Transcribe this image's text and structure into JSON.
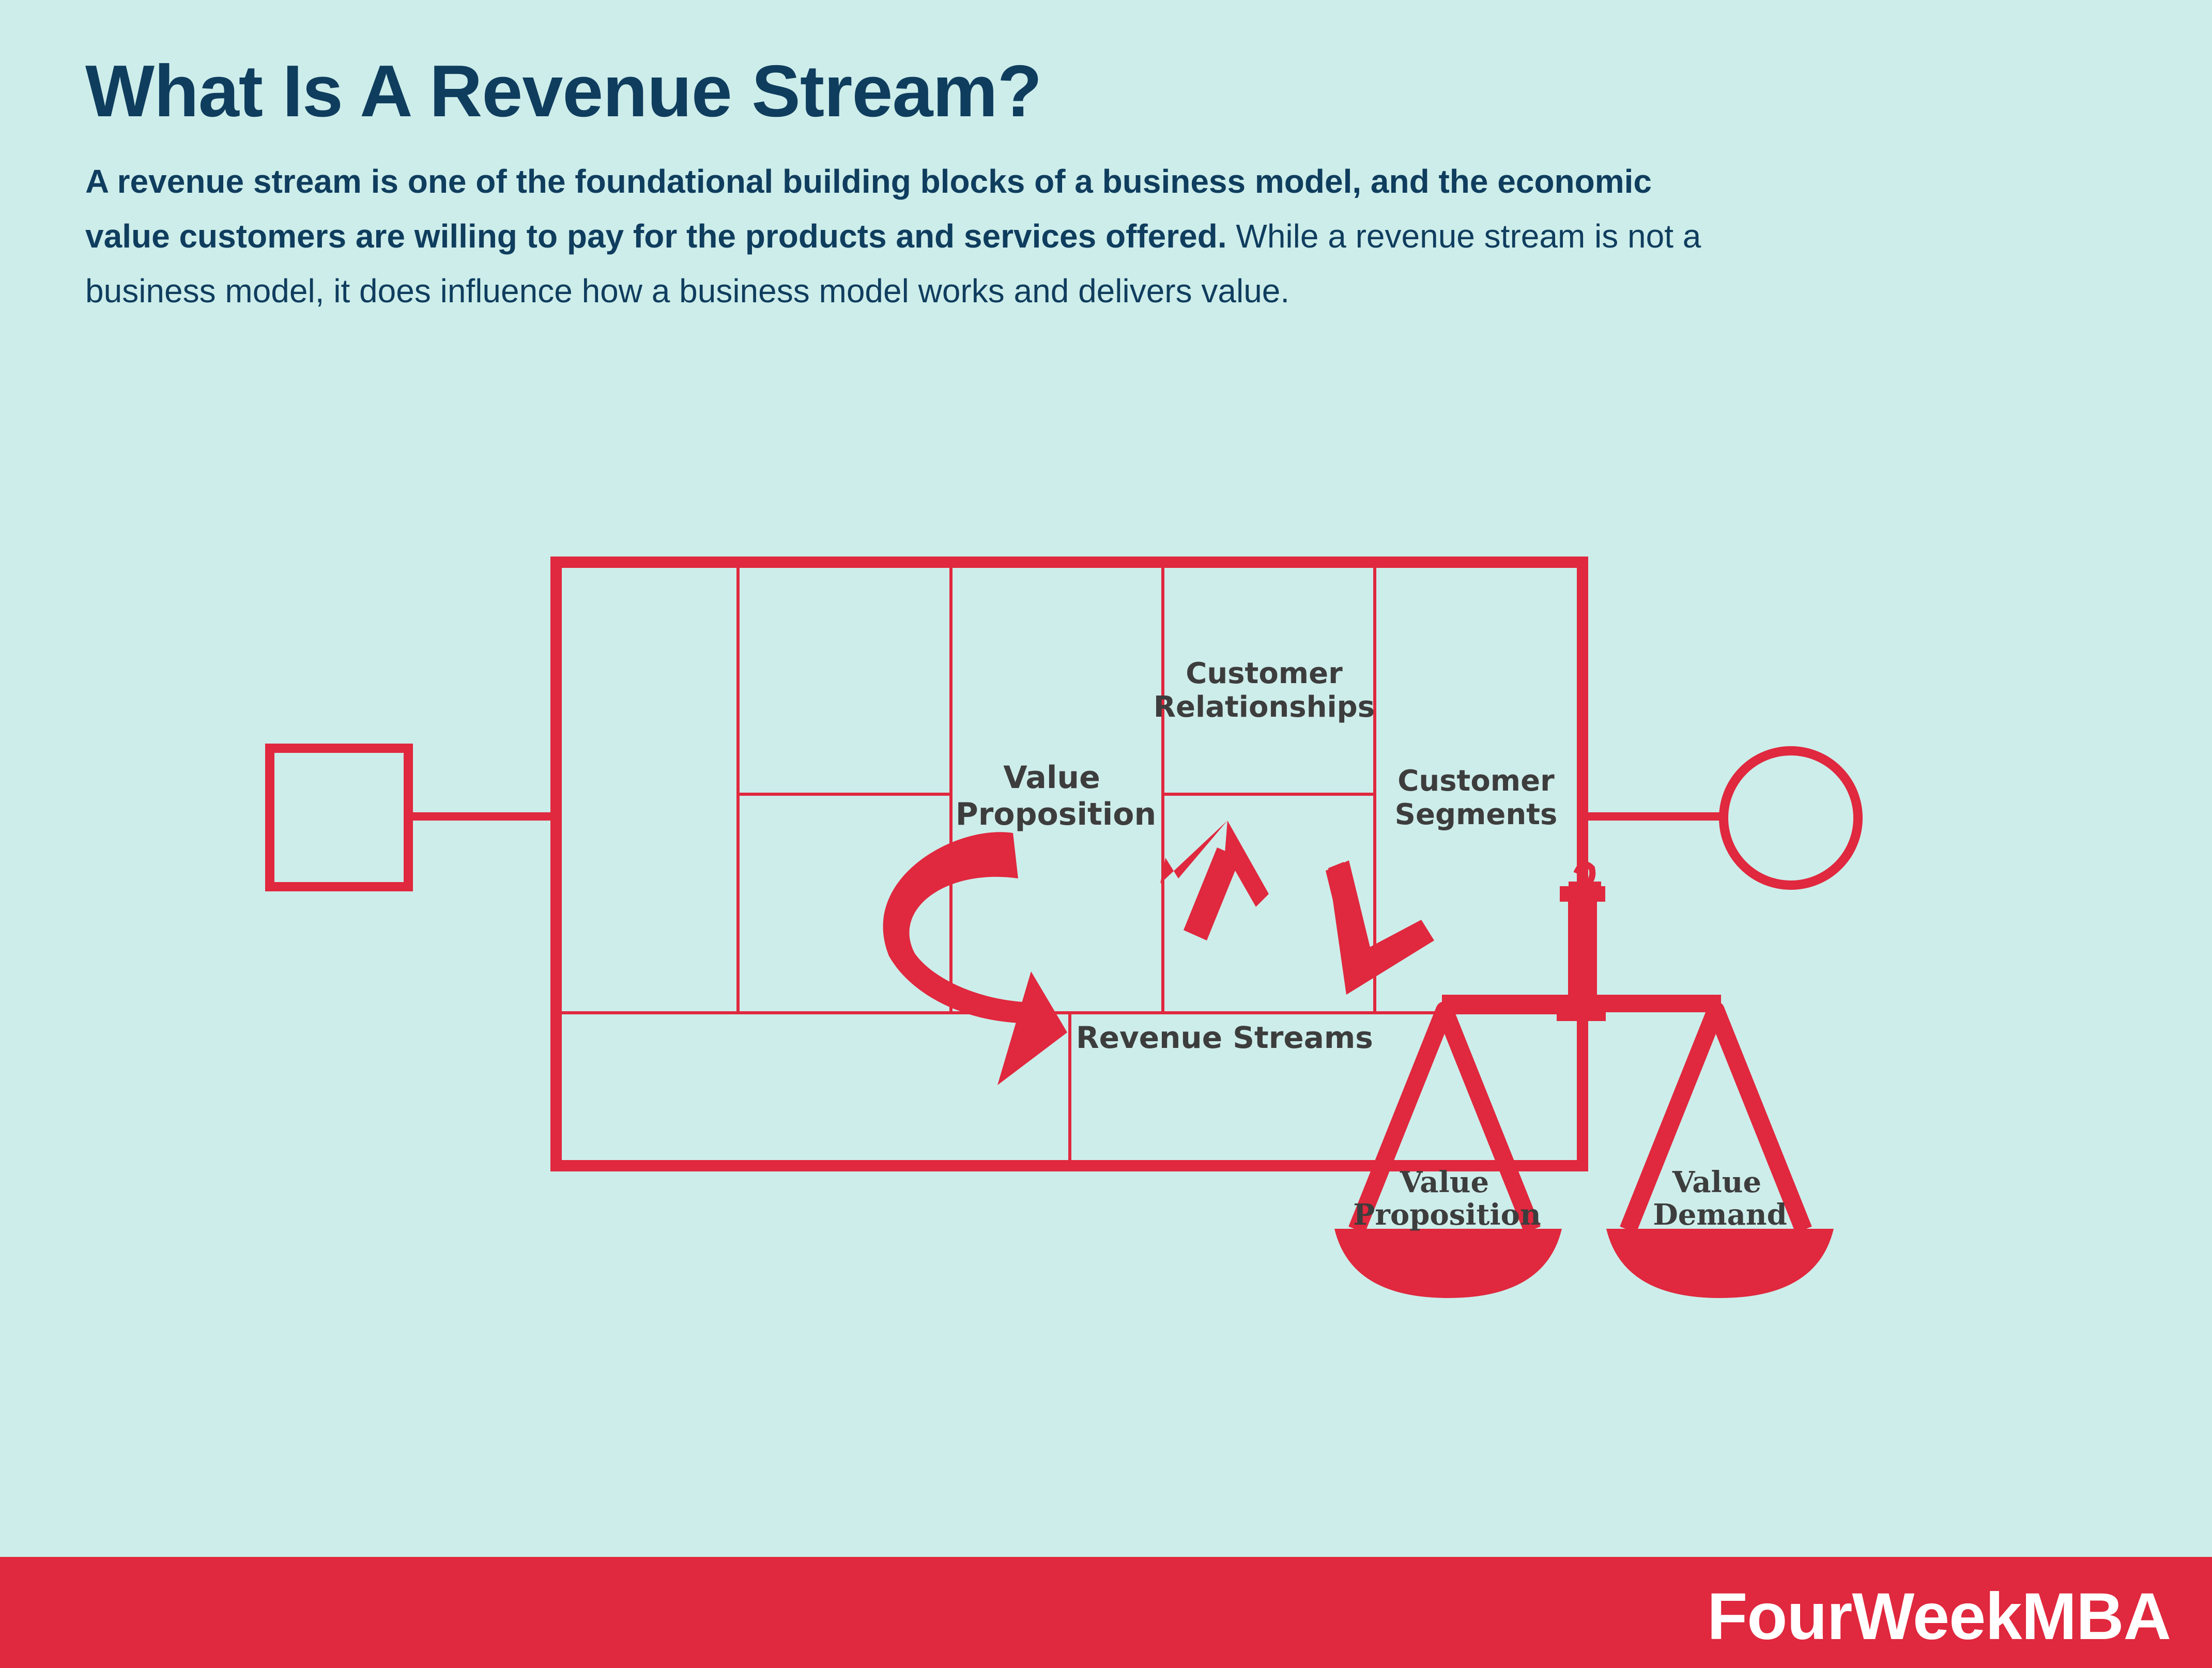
{
  "header": {
    "title": "What Is A Revenue Stream?",
    "intro_bold": "A revenue stream is one of the foundational building blocks of a business model, and the economic value customers are willing to pay for the products and services offered.",
    "intro_rest": " While a revenue stream is not a business model, it does influence how a business model works and delivers value."
  },
  "canvas": {
    "value_proposition_l1": "Value",
    "value_proposition_l2": "Proposition",
    "customer_relationships_l1": "Customer",
    "customer_relationships_l2": "Relationships",
    "customer_segments_l1": "Customer",
    "customer_segments_l2": "Segments",
    "revenue_streams": "Revenue Streams"
  },
  "scale": {
    "left_pan_l1": "Value",
    "left_pan_l2": "Proposition",
    "right_pan_l1": "Value",
    "right_pan_l2": "Demand"
  },
  "footer": {
    "brand": "FourWeekMBA"
  },
  "colors": {
    "accent": "#e0283e",
    "background": "#cdedea",
    "title": "#0f3d5e",
    "label": "#3d3d3d"
  }
}
